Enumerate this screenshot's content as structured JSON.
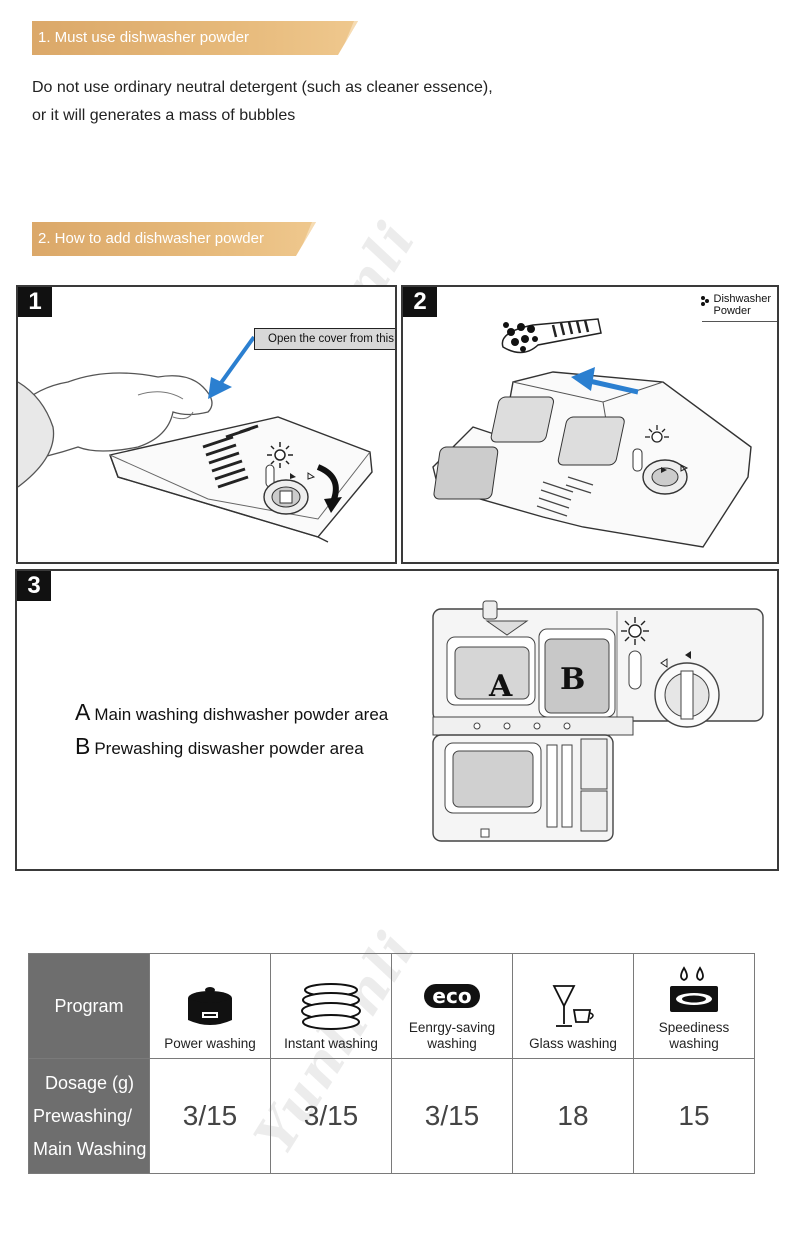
{
  "section1": {
    "banner": "1. Must use dishwasher powder",
    "line1": "Do not use ordinary neutral detergent (such as cleaner essence),",
    "line2": "or it will  generates a mass of bubbles"
  },
  "section2": {
    "banner": "2. How to add dishwasher powder"
  },
  "steps": {
    "step1": {
      "number": "1",
      "callout": "Open the cover from this"
    },
    "step2": {
      "number": "2",
      "legend_line1": "Dishwasher",
      "legend_line2": "Powder"
    },
    "step3": {
      "number": "3",
      "area_a_letter": "A",
      "area_a_text": "Main washing dishwasher powder area",
      "area_b_letter": "B",
      "area_b_text": "Prewashing diswasher powder area",
      "label_a": "A",
      "label_b": "B"
    }
  },
  "table": {
    "head_program": "Program",
    "dosage_line1": "Dosage (g)",
    "dosage_line2": "Prewashing/",
    "dosage_line3": "Main Washing",
    "programs": [
      {
        "label": "Power washing",
        "icon": "pot-icon",
        "dosage": "3/15"
      },
      {
        "label": "Instant washing",
        "icon": "plates-icon",
        "dosage": "3/15"
      },
      {
        "label": "Eenrgy-saving washing",
        "icon": "eco-icon",
        "dosage": "3/15"
      },
      {
        "label": "Glass washing",
        "icon": "glass-cup-icon",
        "dosage": "18"
      },
      {
        "label": "Speediness washing",
        "icon": "speed-plate-icon",
        "dosage": "15"
      }
    ],
    "eco_text": "eco"
  },
  "watermark": "Yunlinli",
  "colors": {
    "banner": "#e0b072",
    "table_header": "#6e6e6e",
    "arrow": "#2b7fd0"
  }
}
